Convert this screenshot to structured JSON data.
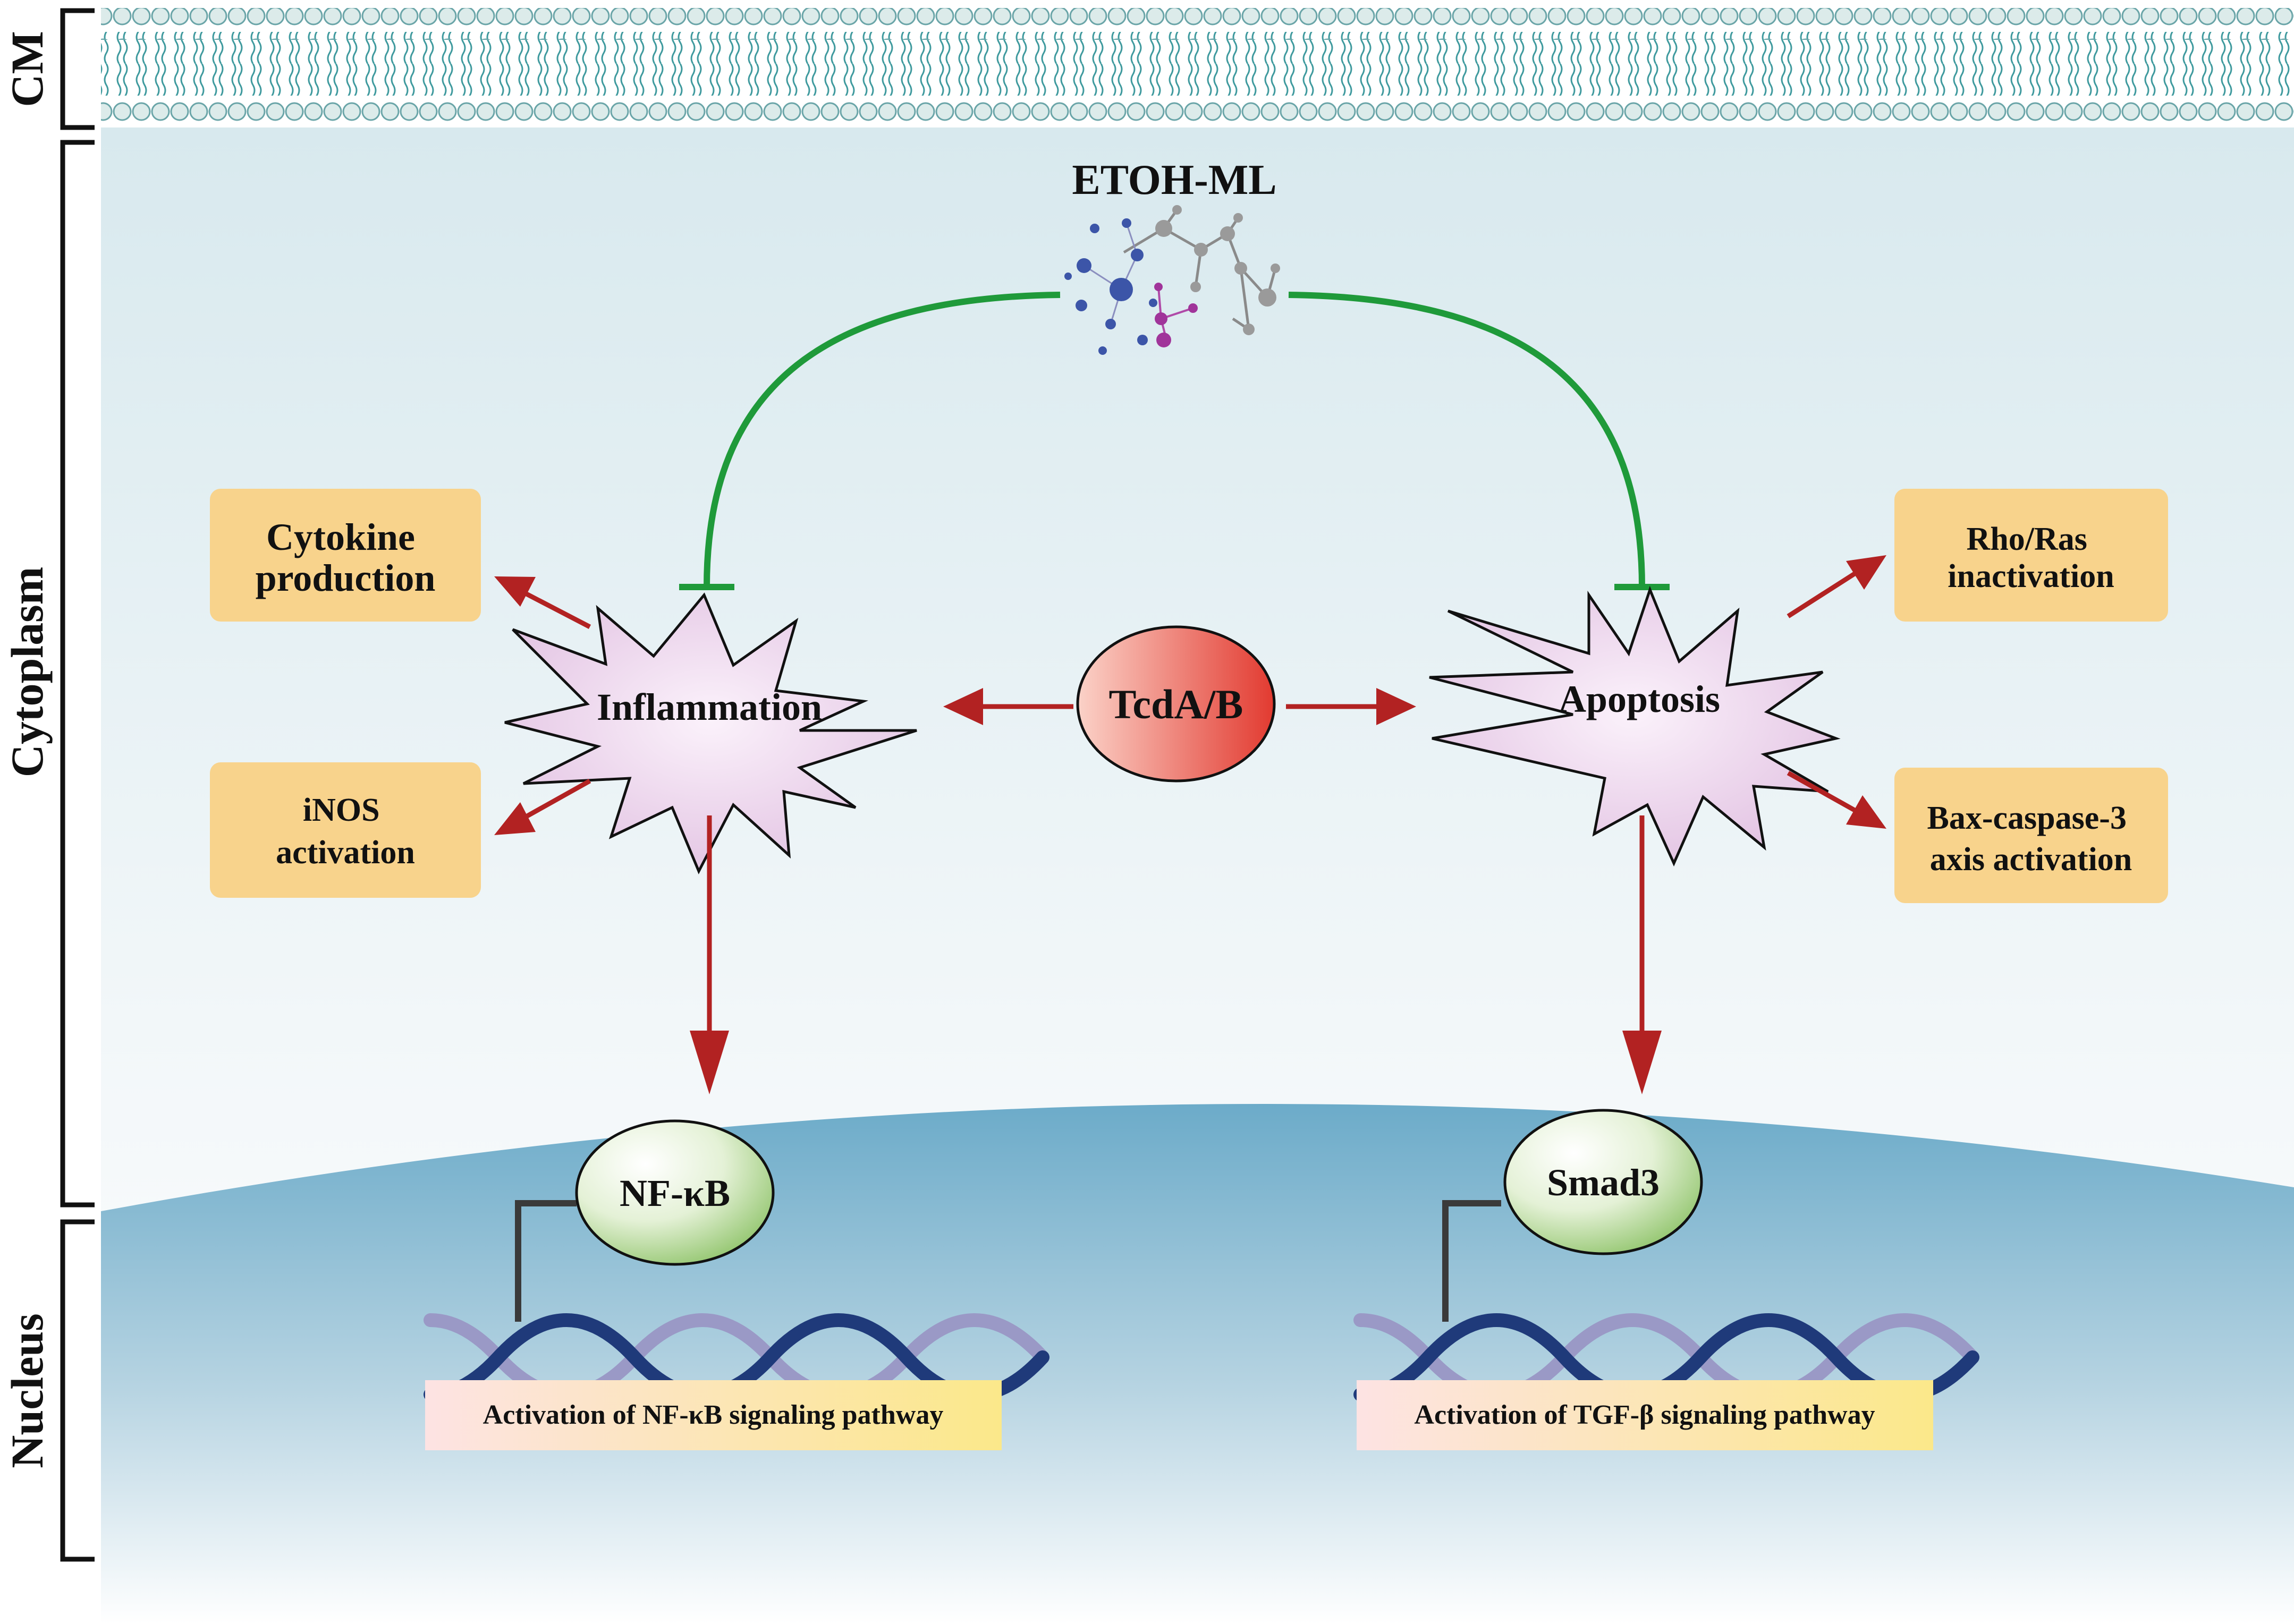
{
  "regions": {
    "cm": "CM",
    "cytoplasm": "Cytoplasm",
    "nucleus": "Nucleus"
  },
  "compound": {
    "label": "ETOH-ML"
  },
  "center": {
    "label": "TcdA/B"
  },
  "nodes": {
    "inflammation": "Inflammation",
    "apoptosis": "Apoptosis"
  },
  "boxes": {
    "cytokine": [
      "Cytokine",
      "production"
    ],
    "inos": [
      "iNOS",
      "activation"
    ],
    "rho": [
      "Rho/Ras",
      "inactivation"
    ],
    "bax": [
      "Bax-caspase-3",
      "axis activation"
    ]
  },
  "transcription_factors": {
    "nfkb": "NF-κB",
    "smad3": "Smad3"
  },
  "pathways": {
    "nfkb": "Activation of NF-κB signaling pathway",
    "tgfb": "Activation of TGF-β signaling pathway"
  },
  "colors": {
    "activation_arrow": "#b22222",
    "inhibition_line": "#1f9a3a",
    "box_fill": "#f8d38c",
    "starburst_fill": "#ecd6ec",
    "center_fill": "#e8453c",
    "tf_fill": "#9fcc7a",
    "nucleus_fill": "#7eb6cf",
    "membrane_head": "#dcebea",
    "membrane_tail": "#3f9a9e"
  }
}
